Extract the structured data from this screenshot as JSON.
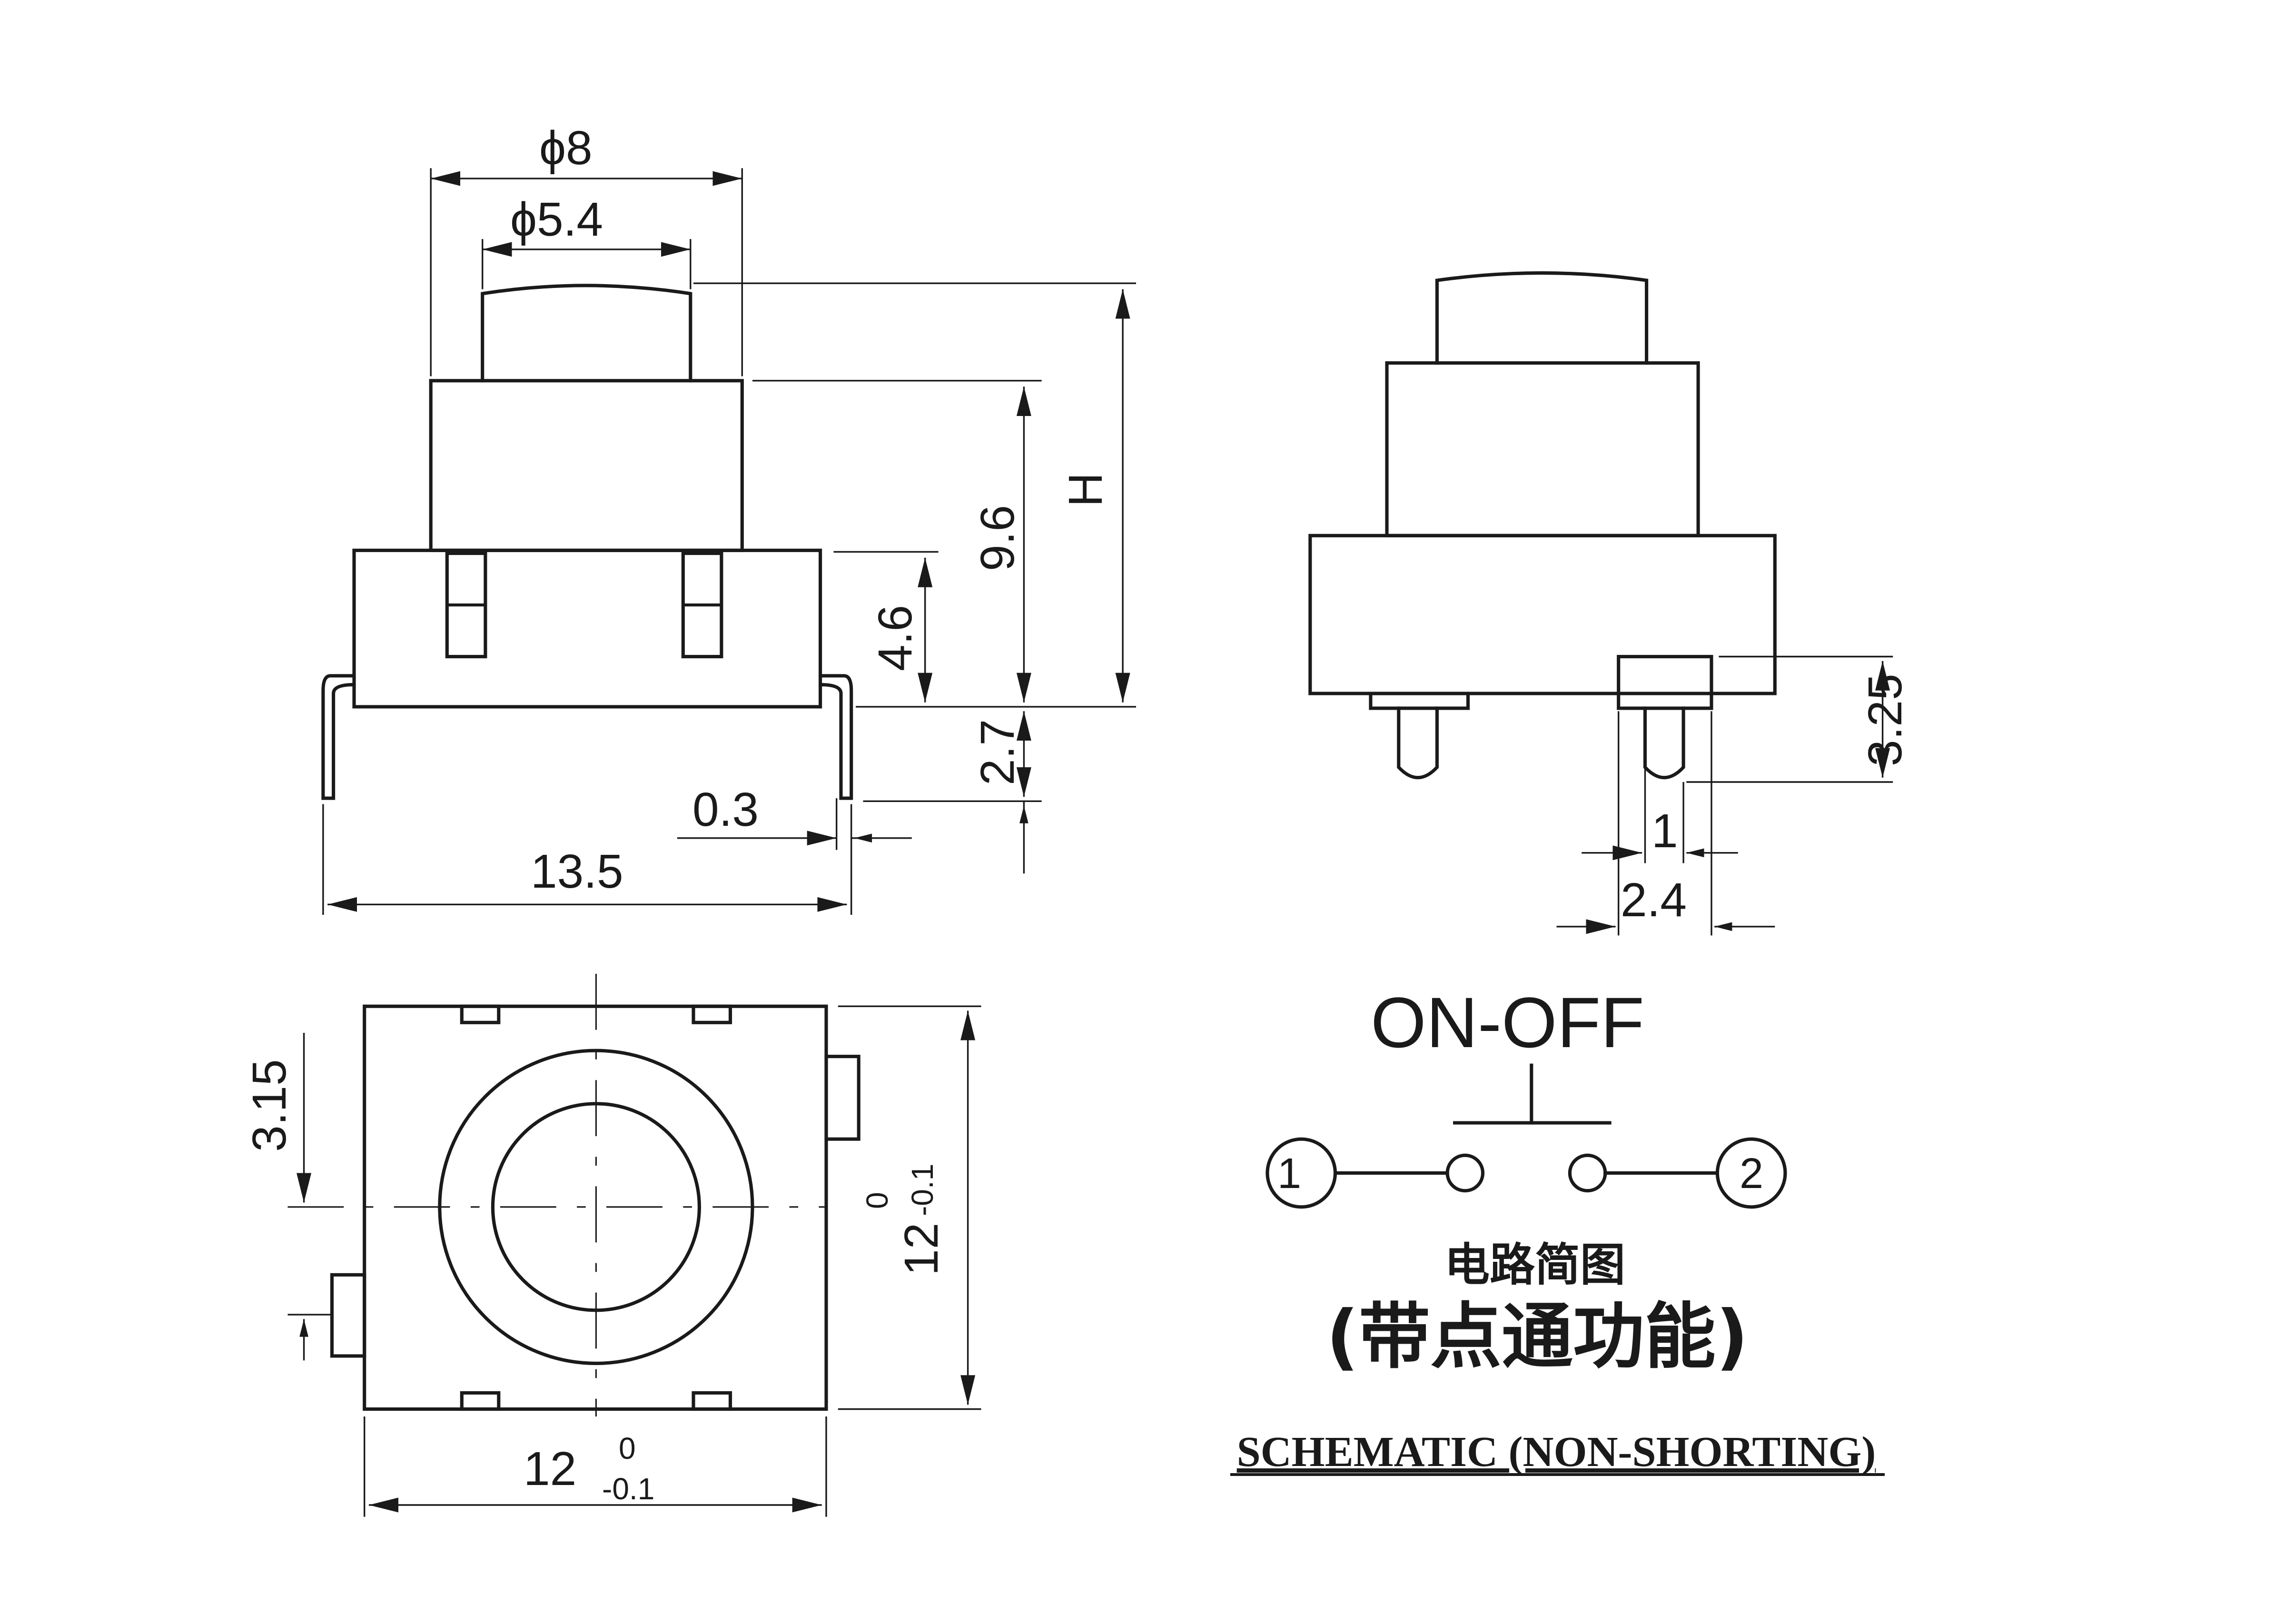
{
  "front_view": {
    "dim_cap_outer": "ϕ8",
    "dim_cap_inner": "ϕ5.4",
    "dim_total_height": "H",
    "dim_body_height": "9.6",
    "dim_base_height": "4.6",
    "dim_pin_length": "2.7",
    "dim_pin_thickness": "0.3",
    "dim_width": "13.5"
  },
  "side_view": {
    "dim_pin_height": "3.25",
    "dim_pin_width": "1",
    "dim_pin_span": "2.4"
  },
  "top_view": {
    "dim_offset": "3.15",
    "dim_height": "12",
    "dim_height_tol_upper": "0",
    "dim_height_tol_lower": "-0.1",
    "dim_width": "12",
    "dim_width_tol_upper": "0",
    "dim_width_tol_lower": "-0.1"
  },
  "schematic": {
    "title": "ON-OFF",
    "terminal_1": "1",
    "terminal_2": "2",
    "caption_cn": "电路简图",
    "caption_cn_sub": "(带点通功能)",
    "caption_en": "SCHEMATIC (NON-SHORTING)"
  }
}
